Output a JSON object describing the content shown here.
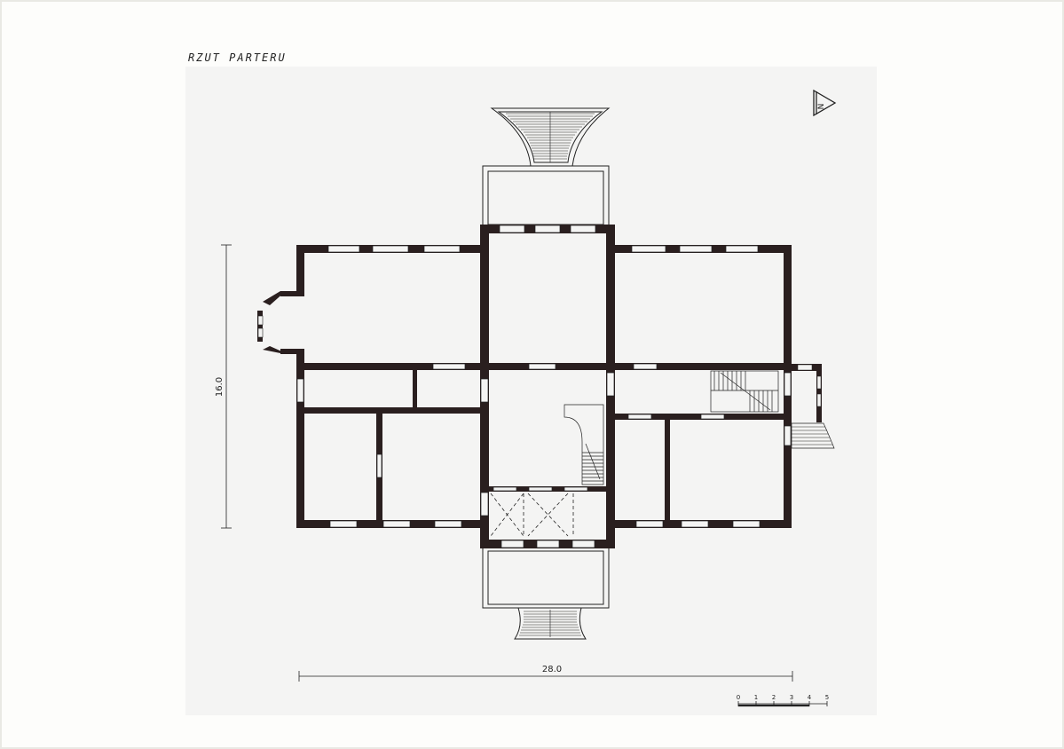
{
  "sheet": {
    "title": "RZUT PARTERU"
  },
  "dimensions": {
    "height_label": "16.0",
    "width_label": "28.0"
  },
  "north_arrow": {
    "label": "N"
  },
  "scale_bar": {
    "ticks": [
      "0",
      "1",
      "2",
      "3",
      "4",
      "5"
    ]
  },
  "colors": {
    "wall": "#2a1f1f",
    "paper": "#fdfdfb",
    "drawing_bg": "#f4f4f3",
    "line": "#222222"
  }
}
